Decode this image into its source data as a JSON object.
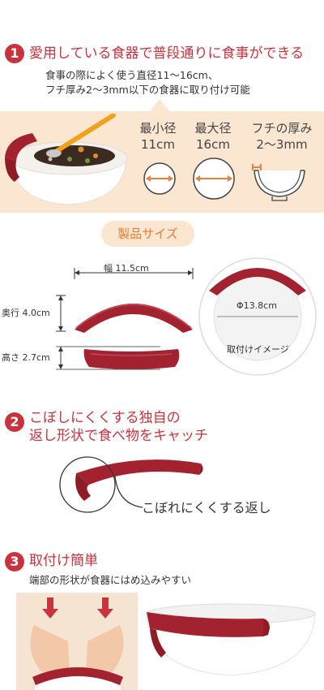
{
  "section1": {
    "number": "1",
    "title": "愛用している食器で普段通りに食事ができる",
    "desc_line1": "食事の際によく使う直径11～16cm、",
    "desc_line2": "フチ厚み2～3mm以下の食器に取り付け可能",
    "specs": [
      {
        "label": "最小径",
        "value": "11cm"
      },
      {
        "label": "最大径",
        "value": "16cm"
      },
      {
        "label": "フチの厚み",
        "value": "2～3mm"
      }
    ]
  },
  "product_size": {
    "title": "製品サイズ",
    "width_label": "幅 11.5cm",
    "depth_label": "奥行 4.0cm",
    "height_label": "高さ 2.7cm",
    "diameter_label": "Φ13.8cm",
    "image_label": "取付けイメージ"
  },
  "section2": {
    "number": "2",
    "title_line1": "こぼしにくくする独自の",
    "title_line2": "返し形状で食べ物をキャッチ",
    "callout": "こぼれにくくする返し"
  },
  "section3": {
    "number": "3",
    "title": "取付け簡単",
    "desc": "端部の形状が食器にはめ込みやすい"
  },
  "colors": {
    "accent": "#c7343d",
    "product": "#a3222f",
    "band": "#fbe6d2",
    "pill_text": "#e37f2c",
    "spec_icon": "#e8823a"
  }
}
